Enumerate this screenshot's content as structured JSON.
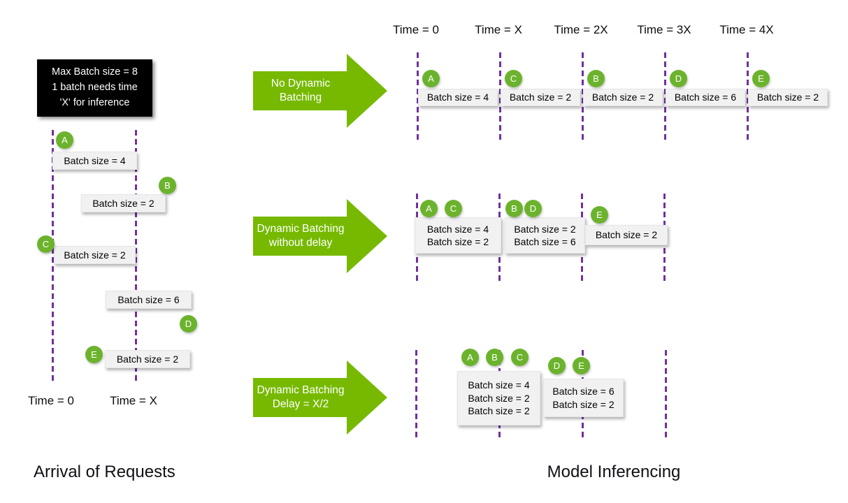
{
  "colors": {
    "green": "#76B900",
    "chip": "#6CB32D",
    "purple": "#7030A0",
    "boxbg": "#F1F1F2",
    "ink": "#111111"
  },
  "note": {
    "lines": [
      "Max Batch size = 8",
      "1 batch needs time",
      "'X' for inference"
    ]
  },
  "arrival": {
    "title": "Arrival of Requests",
    "time_labels": [
      "Time = 0",
      "Time = X"
    ],
    "requests": [
      {
        "id": "A",
        "label": "Batch size = 4"
      },
      {
        "id": "B",
        "label": "Batch size = 2"
      },
      {
        "id": "C",
        "label": "Batch size = 2"
      },
      {
        "id": "D",
        "label": "Batch size = 6"
      },
      {
        "id": "E",
        "label": "Batch size = 2"
      }
    ]
  },
  "inference": {
    "title": "Model Inferencing",
    "time_labels": [
      "Time = 0",
      "Time = X",
      "Time = 2X",
      "Time = 3X",
      "Time = 4X"
    ],
    "rows": [
      {
        "arrow_line1": "No Dynamic",
        "arrow_line2": "Batching",
        "batches": [
          {
            "ids": [
              "A"
            ],
            "lines": [
              "Batch size = 4"
            ]
          },
          {
            "ids": [
              "C"
            ],
            "lines": [
              "Batch size = 2"
            ]
          },
          {
            "ids": [
              "B"
            ],
            "lines": [
              "Batch size = 2"
            ]
          },
          {
            "ids": [
              "D"
            ],
            "lines": [
              "Batch size = 6"
            ]
          },
          {
            "ids": [
              "E"
            ],
            "lines": [
              "Batch size = 2"
            ]
          }
        ]
      },
      {
        "arrow_line1": "Dynamic Batching",
        "arrow_line2": "without delay",
        "batches": [
          {
            "ids": [
              "A",
              "C"
            ],
            "lines": [
              "Batch size = 4",
              "Batch size = 2"
            ]
          },
          {
            "ids": [
              "B",
              "D"
            ],
            "lines": [
              "Batch size = 2",
              "Batch size = 6"
            ]
          },
          {
            "ids": [
              "E"
            ],
            "lines": [
              "Batch size = 2"
            ]
          }
        ]
      },
      {
        "arrow_line1": "Dynamic Batching",
        "arrow_line2": "Delay = X/2",
        "batches": [
          {
            "ids": [
              "A",
              "B",
              "C"
            ],
            "lines": [
              "Batch size = 4",
              "Batch size = 2",
              "Batch size = 2"
            ]
          },
          {
            "ids": [
              "D",
              "E"
            ],
            "lines": [
              "Batch size = 6",
              "Batch size = 2"
            ]
          }
        ]
      }
    ]
  }
}
